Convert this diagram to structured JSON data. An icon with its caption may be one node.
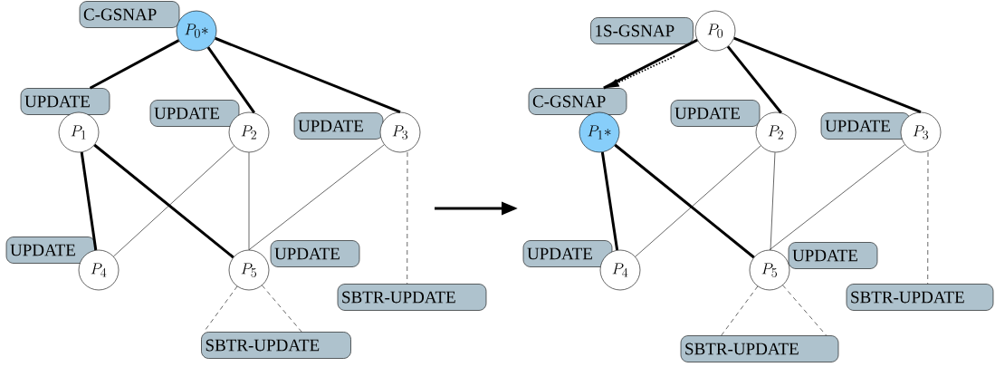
{
  "diagram": {
    "nodes": [
      {
        "text": [
          "C-GSNAP"
        ]
      },
      {
        "text": [
          "P_{0}*"
        ]
      },
      {
        "text": [
          "UPDATE"
        ]
      },
      {
        "text": [
          "P_{1}"
        ]
      },
      {
        "text": [
          "UPDATE"
        ]
      },
      {
        "text": [
          "P_{2}"
        ]
      },
      {
        "text": [
          "UPDATE"
        ]
      },
      {
        "text": [
          "P_{3}"
        ]
      },
      {
        "text": [
          "UPDATE"
        ]
      },
      {
        "text": [
          "P_{4}"
        ]
      },
      {
        "text": [
          "P_{5}"
        ]
      },
      {
        "text": [
          "UPDATE"
        ]
      },
      {
        "text": [
          "SBTR-UPDATE"
        ]
      },
      {
        "text": [
          "SBTR-UPDATE"
        ]
      },
      {
        "text": [
          "1S-GSNAP"
        ]
      },
      {
        "text": [
          "P_{0}"
        ]
      },
      {
        "text": [
          "C-GSNAP"
        ]
      },
      {
        "text": [
          "P_{1}*"
        ]
      },
      {
        "text": [
          "UPDATE"
        ]
      },
      {
        "text": [
          "P_{2}"
        ]
      },
      {
        "text": [
          "UPDATE"
        ]
      },
      {
        "text": [
          "P_{3}"
        ]
      },
      {
        "text": [
          "UPDATE"
        ]
      },
      {
        "text": [
          "P_{4}"
        ]
      },
      {
        "text": [
          "P_{5}"
        ]
      },
      {
        "text": [
          "UPDATE"
        ]
      },
      {
        "text": [
          "SBTR-UPDATE"
        ]
      },
      {
        "text": [
          "SBTR-UPDATE"
        ]
      }
    ],
    "edges": [
      {
        "from": 1,
        "to": 2,
        "arrow": "none",
        "style": "thick"
      },
      {
        "from": 1,
        "to": 5,
        "arrow": "none",
        "style": "thick"
      },
      {
        "from": 1,
        "to": 7,
        "arrow": "none",
        "style": "thick"
      },
      {
        "from": 3,
        "to": 9,
        "arrow": "none",
        "style": "thick"
      },
      {
        "from": 3,
        "to": 10,
        "arrow": "none",
        "style": "thick"
      },
      {
        "from": 5,
        "to": 9,
        "arrow": "none"
      },
      {
        "from": 5,
        "to": 10,
        "arrow": "none"
      },
      {
        "from": 7,
        "to": 10,
        "arrow": "none"
      },
      {
        "from": 7,
        "to": 12,
        "arrow": "none",
        "style": "dashed"
      },
      {
        "from": 10,
        "to": 13,
        "arrow": "none",
        "style": "dashed"
      },
      {
        "from": 10,
        "to": 13,
        "arrow": "none",
        "style": "dashed"
      },
      {
        "from": 15,
        "to": 16,
        "arrow": "none",
        "style": "thick"
      },
      {
        "from": 15,
        "to": 19,
        "arrow": "none",
        "style": "thick"
      },
      {
        "from": 15,
        "to": 21,
        "arrow": "none",
        "style": "thick"
      },
      {
        "from": 17,
        "to": 23,
        "arrow": "none",
        "style": "thick"
      },
      {
        "from": 17,
        "to": 24,
        "arrow": "none",
        "style": "thick"
      },
      {
        "from": 19,
        "to": 23,
        "arrow": "none"
      },
      {
        "from": 19,
        "to": 24,
        "arrow": "none"
      },
      {
        "from": 21,
        "to": 24,
        "arrow": "none"
      },
      {
        "from": 21,
        "to": 26,
        "arrow": "none",
        "style": "dashed"
      },
      {
        "from": 24,
        "to": 27,
        "arrow": "none",
        "style": "dashed"
      },
      {
        "from": 24,
        "to": 27,
        "arrow": "none",
        "style": "dashed"
      },
      {
        "from": null,
        "to": 16,
        "arrow": "to",
        "style": "dashed"
      }
    ]
  }
}
